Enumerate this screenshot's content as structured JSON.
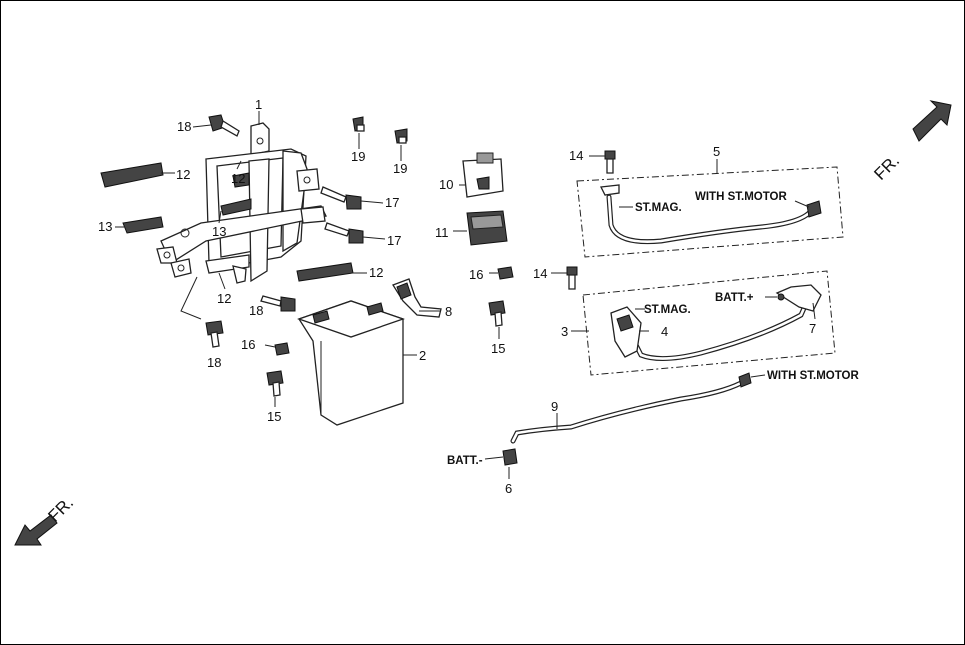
{
  "callouts": {
    "c1": "1",
    "c2": "2",
    "c3": "3",
    "c4": "4",
    "c5": "5",
    "c6": "6",
    "c7": "7",
    "c8": "8",
    "c9": "9",
    "c10": "10",
    "c11": "11",
    "c12a": "12",
    "c12b": "12",
    "c12c": "12",
    "c12d": "12",
    "c13a": "13",
    "c13b": "13",
    "c14a": "14",
    "c14b": "14",
    "c15a": "15",
    "c15b": "15",
    "c16a": "16",
    "c16b": "16",
    "c17a": "17",
    "c17b": "17",
    "c18a": "18",
    "c18b": "18",
    "c18c": "18",
    "c19a": "19",
    "c19b": "19"
  },
  "labels": {
    "st_mag_top": "ST.MAG.",
    "with_st_motor_top": "WITH ST.MOTOR",
    "st_mag_mid": "ST.MAG.",
    "batt_plus": "BATT.+",
    "with_st_motor_bottom": "WITH ST.MOTOR",
    "batt_minus": "BATT.-"
  },
  "direction": {
    "top_right": "FR.",
    "bottom_left": "FR."
  }
}
